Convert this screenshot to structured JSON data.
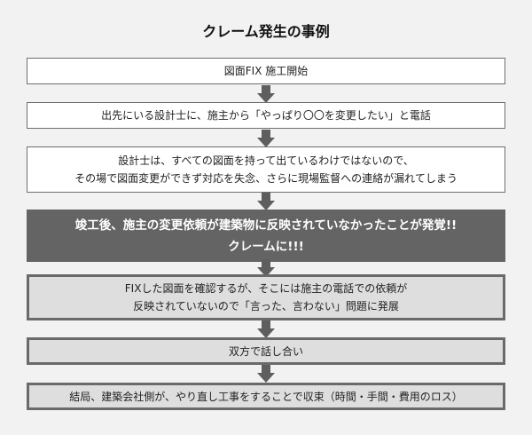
{
  "title": "クレーム発生の事例",
  "steps": [
    {
      "lines": [
        "図面FIX 施工開始"
      ],
      "style": "white"
    },
    {
      "lines": [
        "出先にいる設計士に、施主から「やっぱり〇〇を変更したい」と電話"
      ],
      "style": "white"
    },
    {
      "lines": [
        "設計士は、すべての図面を持って出ているわけではないので、",
        "その場で図面変更ができず対応を失念、さらに現場監督への連絡が漏れてしまう"
      ],
      "style": "white"
    },
    {
      "lines": [
        "竣工後、施主の変更依頼が建築物に反映されていなかったことが発覚!!",
        "クレームに!!!"
      ],
      "style": "dark"
    },
    {
      "lines": [
        "FIXした図面を確認するが、そこには施主の電話での依頼が",
        "反映されていないので「言った、言わない」問題に発展"
      ],
      "style": "light"
    },
    {
      "lines": [
        "双方で話し合い"
      ],
      "style": "light"
    },
    {
      "lines": [
        "結局、建築会社側が、やり直し工事をすることで収束（時間・手間・費用のロス）"
      ],
      "style": "light"
    }
  ],
  "colors": {
    "background": "#f2f2f2",
    "white_box": "#ffffff",
    "dark_box": "#646464",
    "light_box": "#dedede",
    "border": "#6a6a6a",
    "arrow": "#5e5e5e"
  }
}
